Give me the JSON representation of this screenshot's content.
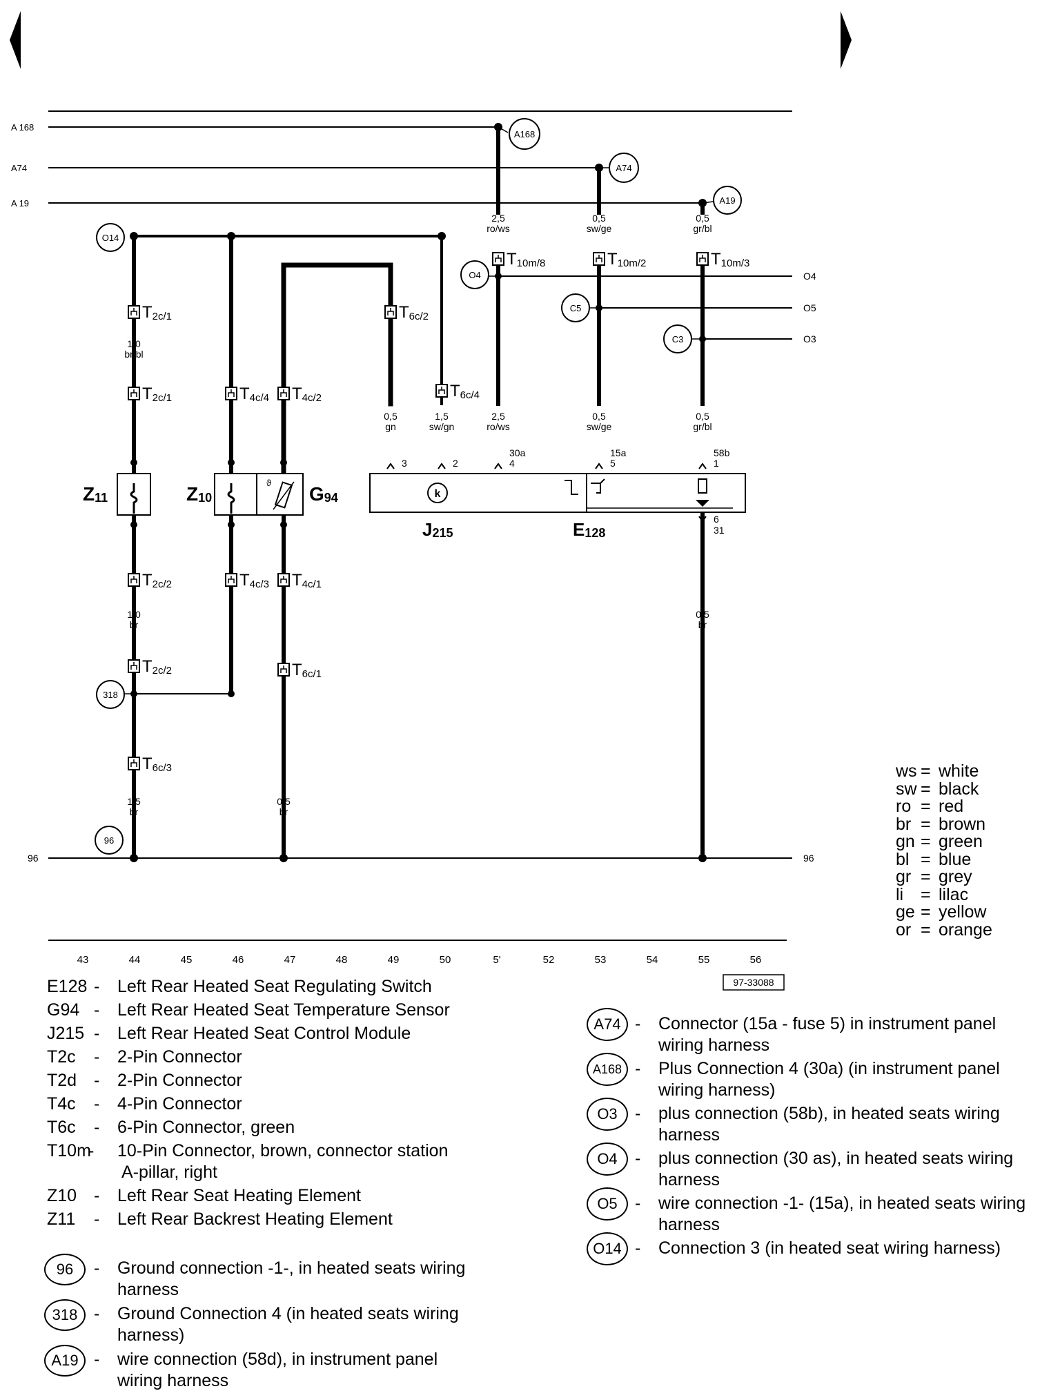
{
  "navigation": {
    "prev_icon": "left-triangle-icon",
    "next_icon": "right-triangle-icon"
  },
  "bus_lines": [
    {
      "id": "A168",
      "label": "A 168"
    },
    {
      "id": "A74",
      "label": "A74"
    },
    {
      "id": "A19",
      "label": "A 19"
    },
    {
      "id": "ground",
      "label": "96",
      "label_right": "96"
    }
  ],
  "right_lines": [
    {
      "id": "O4",
      "label": "O4"
    },
    {
      "id": "O5",
      "label": "O5"
    },
    {
      "id": "O3",
      "label": "O3"
    }
  ],
  "circle_refs": [
    {
      "id": "A168_top",
      "text": "A168"
    },
    {
      "id": "A74_top",
      "text": "A74"
    },
    {
      "id": "A19_top",
      "text": "A19"
    },
    {
      "id": "O14",
      "text": "O14"
    },
    {
      "id": "O4",
      "text": "O4"
    },
    {
      "id": "O5",
      "text": "C5"
    },
    {
      "id": "O3",
      "text": "C3"
    },
    {
      "id": "318",
      "text": "318"
    },
    {
      "id": "96",
      "text": "96"
    }
  ],
  "connectors": [
    {
      "id": "c1",
      "main": "T",
      "sub": "10m/8"
    },
    {
      "id": "c2",
      "main": "T",
      "sub": "10m/2"
    },
    {
      "id": "c3",
      "main": "T",
      "sub": "10m/3"
    },
    {
      "id": "c4",
      "main": "T",
      "sub": "2c/1"
    },
    {
      "id": "c5",
      "main": "T",
      "sub": "2c/1"
    },
    {
      "id": "c6",
      "main": "T",
      "sub": "6c/2"
    },
    {
      "id": "c7",
      "main": "T",
      "sub": "6c/4"
    },
    {
      "id": "c8",
      "main": "T",
      "sub": "4c/4"
    },
    {
      "id": "c9",
      "main": "T",
      "sub": "4c/2"
    },
    {
      "id": "c10",
      "main": "T",
      "sub": "2c/2"
    },
    {
      "id": "c11",
      "main": "T",
      "sub": "4c/3"
    },
    {
      "id": "c12",
      "main": "T",
      "sub": "4c/1"
    },
    {
      "id": "c13",
      "main": "T",
      "sub": "2c/2"
    },
    {
      "id": "c14",
      "main": "T",
      "sub": "6c/1"
    },
    {
      "id": "c15",
      "main": "T",
      "sub": "6c/3"
    }
  ],
  "wire_labels": [
    {
      "id": "w1",
      "size": "2,5",
      "color": "ro/ws"
    },
    {
      "id": "w2",
      "size": "0,5",
      "color": "sw/ge"
    },
    {
      "id": "w3",
      "size": "0,5",
      "color": "gr/bl"
    },
    {
      "id": "w4",
      "size": "1,0",
      "color": "br/bl"
    },
    {
      "id": "w5",
      "size": "0,5",
      "color": "gn"
    },
    {
      "id": "w6",
      "size": "1,5",
      "color": "sw/gn"
    },
    {
      "id": "w7",
      "size": "2,5",
      "color": "ro/ws"
    },
    {
      "id": "w8",
      "size": "0,5",
      "color": "sw/ge"
    },
    {
      "id": "w9",
      "size": "0,5",
      "color": "gr/bl"
    },
    {
      "id": "w10",
      "size": "1,0",
      "color": "br"
    },
    {
      "id": "w11",
      "size": "0,5",
      "color": "br"
    },
    {
      "id": "w12",
      "size": "1,5",
      "color": "br"
    },
    {
      "id": "w13",
      "size": "0,5",
      "color": "br"
    }
  ],
  "pins": [
    {
      "id": "p3",
      "num": "3",
      "term": ""
    },
    {
      "id": "p2",
      "num": "2",
      "term": ""
    },
    {
      "id": "p4",
      "num": "4",
      "term": "30a"
    },
    {
      "id": "p5",
      "num": "5",
      "term": "15a"
    },
    {
      "id": "p1",
      "num": "1",
      "term": "58b"
    },
    {
      "id": "p6",
      "num": "6",
      "term": "31"
    }
  ],
  "components": [
    {
      "id": "Z11",
      "main": "Z",
      "sub": "11"
    },
    {
      "id": "Z10",
      "main": "Z",
      "sub": "10"
    },
    {
      "id": "G94",
      "main": "G",
      "sub": "94"
    },
    {
      "id": "J215",
      "main": "J",
      "sub": "215"
    },
    {
      "id": "E128",
      "main": "E",
      "sub": "128"
    }
  ],
  "module_symbol": "k",
  "scale_numbers": [
    "43",
    "44",
    "45",
    "46",
    "47",
    "48",
    "49",
    "50",
    "5'",
    "52",
    "53",
    "54",
    "55",
    "56"
  ],
  "reference_number": "97-33088",
  "color_key": [
    {
      "code": "ws",
      "name": "white"
    },
    {
      "code": "sw",
      "name": "black"
    },
    {
      "code": "ro",
      "name": "red"
    },
    {
      "code": "br",
      "name": "brown"
    },
    {
      "code": "gn",
      "name": "green"
    },
    {
      "code": "bl",
      "name": "blue"
    },
    {
      "code": "gr",
      "name": "grey"
    },
    {
      "code": "li",
      "name": "lilac"
    },
    {
      "code": "ge",
      "name": "yellow"
    },
    {
      "code": "or",
      "name": "orange"
    }
  ],
  "legend_components": [
    {
      "code": "E128",
      "desc": "Left Rear Heated Seat Regulating Switch"
    },
    {
      "code": "G94",
      "desc": "Left Rear Heated Seat Temperature Sensor"
    },
    {
      "code": "J215",
      "desc": "Left Rear Heated Seat Control Module"
    },
    {
      "code": "T2c",
      "desc": "2-Pin Connector"
    },
    {
      "code": "T2d",
      "desc": "2-Pin Connector"
    },
    {
      "code": "T4c",
      "desc": "4-Pin Connector"
    },
    {
      "code": "T6c",
      "desc": "6-Pin Connector, green"
    },
    {
      "code": "T10m",
      "desc": "10-Pin Connector, brown, connector station",
      "desc2": "A-pillar, right"
    },
    {
      "code": "Z10",
      "desc": "Left Rear Seat Heating Element"
    },
    {
      "code": "Z11",
      "desc": "Left Rear Backrest Heating Element"
    }
  ],
  "legend_left_circles": [
    {
      "code": "96",
      "desc": "Ground connection -1-, in heated seats wiring",
      "desc2": "harness"
    },
    {
      "code": "318",
      "desc": "Ground Connection 4 (in heated seats wiring",
      "desc2": "harness)"
    },
    {
      "code": "A19",
      "desc": "wire connection (58d), in instrument panel",
      "desc2": "wiring harness"
    }
  ],
  "legend_right_circles": [
    {
      "code": "A74",
      "desc": "Connector (15a - fuse 5) in instrument panel",
      "desc2": "wiring harness"
    },
    {
      "code": "A168",
      "desc": "Plus Connection 4 (30a) (in instrument panel",
      "desc2": "wiring harness)"
    },
    {
      "code": "O3",
      "desc": "plus connection (58b), in heated seats wiring",
      "desc2": "harness"
    },
    {
      "code": "O4",
      "desc": "plus connection (30 as), in heated seats wiring",
      "desc2": "harness"
    },
    {
      "code": "O5",
      "desc": "wire connection -1- (15a), in heated seats wiring",
      "desc2": "harness"
    },
    {
      "code": "O14",
      "desc": "Connection 3 (in heated seat wiring harness)",
      "desc2": ""
    }
  ]
}
